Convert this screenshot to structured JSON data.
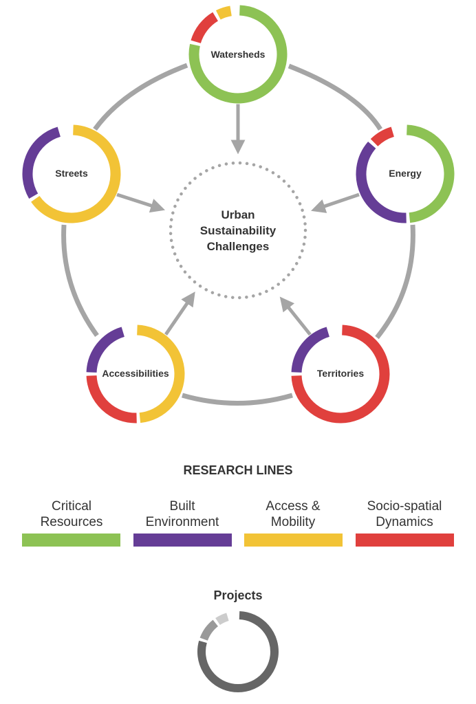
{
  "colors": {
    "critical_resources": "#8dc254",
    "built_environment": "#653d96",
    "access_mobility": "#f2c336",
    "socio_spatial": "#e0403d",
    "connector": "#a5a5a5",
    "project_dark": "#666666",
    "project_mid": "#999999",
    "project_light": "#cccccc"
  },
  "center": {
    "line1": "Urban",
    "line2": "Sustainability",
    "line3": "Challenges"
  },
  "nodes": [
    {
      "id": "watersheds",
      "label": "Watersheds",
      "segments": [
        {
          "line": "critical_resources",
          "share": 0.79
        },
        {
          "line": "socio_spatial",
          "share": 0.13
        },
        {
          "line": "access_mobility",
          "share": 0.06
        }
      ]
    },
    {
      "id": "energy",
      "label": "Energy",
      "segments": [
        {
          "line": "critical_resources",
          "share": 0.49
        },
        {
          "line": "built_environment",
          "share": 0.38
        },
        {
          "line": "socio_spatial",
          "share": 0.09
        }
      ]
    },
    {
      "id": "territories",
      "label": "Territories",
      "segments": [
        {
          "line": "socio_spatial",
          "share": 0.75
        },
        {
          "line": "built_environment",
          "share": 0.21
        }
      ]
    },
    {
      "id": "accessibilities",
      "label": "Accessibilities",
      "segments": [
        {
          "line": "access_mobility",
          "share": 0.49
        },
        {
          "line": "socio_spatial",
          "share": 0.26
        },
        {
          "line": "built_environment",
          "share": 0.21
        }
      ]
    },
    {
      "id": "streets",
      "label": "Streets",
      "segments": [
        {
          "line": "access_mobility",
          "share": 0.66
        },
        {
          "line": "built_environment",
          "share": 0.3
        }
      ]
    }
  ],
  "research_lines": {
    "title": "RESEARCH LINES",
    "items": [
      {
        "key": "critical_resources",
        "line1": "Critical",
        "line2": "Resources"
      },
      {
        "key": "built_environment",
        "line1": "Built",
        "line2": "Environment"
      },
      {
        "key": "access_mobility",
        "line1": "Access &",
        "line2": "Mobility"
      },
      {
        "key": "socio_spatial",
        "line1": "Socio-spatial",
        "line2": "Dynamics"
      }
    ]
  },
  "projects": {
    "title": "Projects",
    "segments": [
      {
        "tone": "project_dark",
        "share": 0.8
      },
      {
        "tone": "project_mid",
        "share": 0.1
      },
      {
        "tone": "project_light",
        "share": 0.06
      }
    ]
  }
}
